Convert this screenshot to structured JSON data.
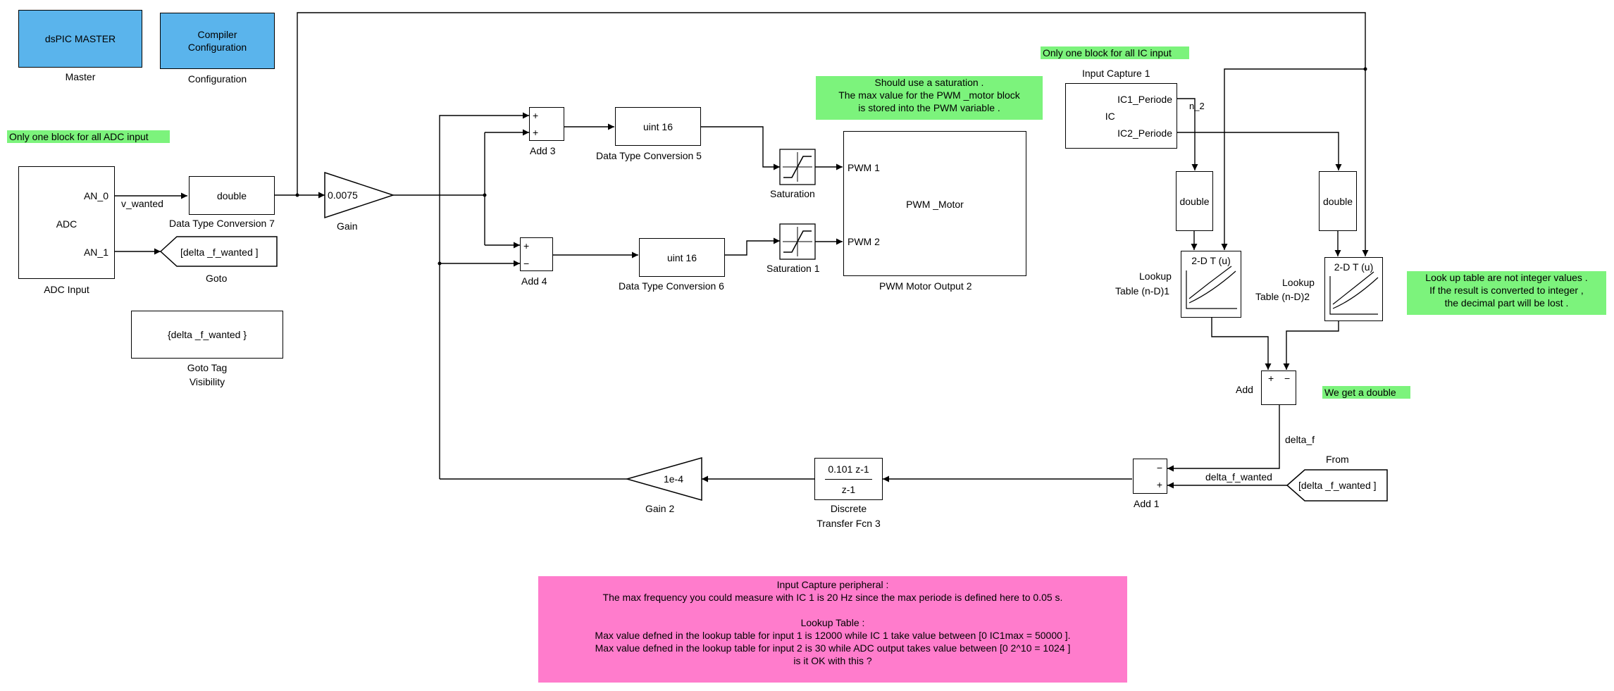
{
  "blocks": {
    "master": {
      "text": "dsPIC MASTER",
      "label": "Master"
    },
    "config": {
      "line1": "Compiler",
      "line2": "Configuration",
      "label": "Configuration"
    },
    "adc": {
      "name": "ADC",
      "port1": "AN_0",
      "port2": "AN_1",
      "label": "ADC Input"
    },
    "dtc7": {
      "text": "double",
      "label": "Data Type Conversion     7"
    },
    "goto": {
      "text": "[delta _f_wanted ]",
      "label": "Goto"
    },
    "gototag": {
      "text": "{delta _f_wanted }",
      "label1": "Goto Tag",
      "label2": "Visibility"
    },
    "gain": {
      "text": "0.0075",
      "label": "Gain"
    },
    "add3": {
      "label": "Add 3"
    },
    "add4": {
      "label": "Add 4"
    },
    "dtc5": {
      "text": "uint 16",
      "label": "Data Type Conversion     5"
    },
    "dtc6": {
      "text": "uint 16",
      "label": "Data Type Conversion     6"
    },
    "sat": {
      "label": "Saturation"
    },
    "sat1": {
      "label": "Saturation   1"
    },
    "pwm": {
      "port1": "PWM 1",
      "port2": "PWM 2",
      "name": "PWM _Motor",
      "label": "PWM Motor Output     2"
    },
    "ic": {
      "title": "Input Capture   1",
      "port1": "IC1_Periode",
      "name": "IC",
      "port2": "IC2_Periode"
    },
    "dbl1": {
      "text": "double"
    },
    "dbl2": {
      "text": "double"
    },
    "lut1": {
      "text": "2-D T (u)",
      "label1": "Lookup",
      "label2": "Table  (n-D)1"
    },
    "lut2": {
      "text": "2-D T (u)",
      "label1": "Lookup",
      "label2": "Table  (n-D)2"
    },
    "add": {
      "label": "Add"
    },
    "add1": {
      "label": "Add 1"
    },
    "from": {
      "text": "[delta _f_wanted ]",
      "label": "From"
    },
    "tf": {
      "num": "0.101 z-1",
      "den": "z-1",
      "label1": "Discrete",
      "label2": "Transfer Fcn  3"
    },
    "gain2": {
      "text": "1e-4",
      "label": "Gain 2"
    },
    "signs": {
      "plus": "+",
      "minus": "−"
    }
  },
  "signals": {
    "v_wanted": "v_wanted",
    "n_2": "n_2",
    "delta_f": "delta_f",
    "delta_f_wanted": "delta_f_wanted"
  },
  "notes": {
    "adc_note": "Only one block for all ADC input",
    "ic_note": "Only one block for all IC input",
    "sat_note": [
      "Should use  a saturation      .",
      "The max value for the PWM        _motor block",
      "is stored into the PWM variable        ."
    ],
    "lut_note": [
      "Look up table are not integer values         .",
      "If the result is converted to integer          ,",
      "the decimal part will be lost        ."
    ],
    "double_note": "We get a double",
    "pink_note": [
      "Input Capture peripheral      :",
      "The max frequency you could measure with IC            1 is 20 Hz since the max periode is defined here to            0.05 s.",
      "",
      "Lookup Table    :",
      "Max value defned in the lookup table for input             1 is 12000  while IC  1 take value between      [0 IC1max  =  50000 ].",
      "Max value defned in the lookup table for input             2 is 30  while ADC output takes value between         [0 2^10  =  1024 ]",
      "is it OK with this     ?"
    ]
  },
  "colors": {
    "blue": "#5ab4ec",
    "green": "#7cf37c",
    "pink": "#ff7ccc"
  }
}
